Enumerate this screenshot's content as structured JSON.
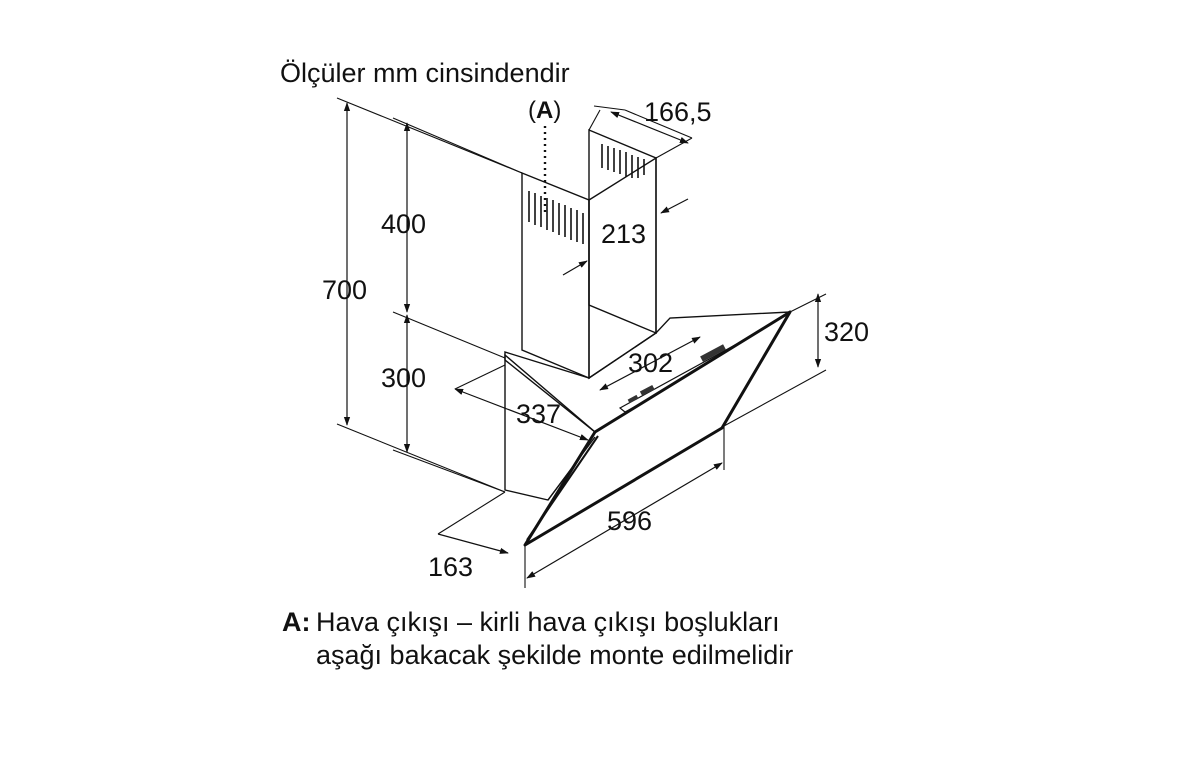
{
  "title": "Ölçüler mm cinsindendir",
  "callout": {
    "open_paren": "(",
    "letter": "A",
    "close_paren": ")"
  },
  "dimensions": {
    "chimney_depth": "166,5",
    "chimney_width": "213",
    "chimney_height": "400",
    "total_height": "700",
    "body_height": "300",
    "glass_height": "320",
    "inner_depth": "302",
    "body_depth": "337",
    "bottom_depth": "163",
    "width": "596"
  },
  "legend": {
    "key": "A:",
    "line1": "Hava çıkışı – kirli hava çıkışı boşlukları",
    "line2": "aşağı bakacak şekilde monte edilmelidir"
  }
}
